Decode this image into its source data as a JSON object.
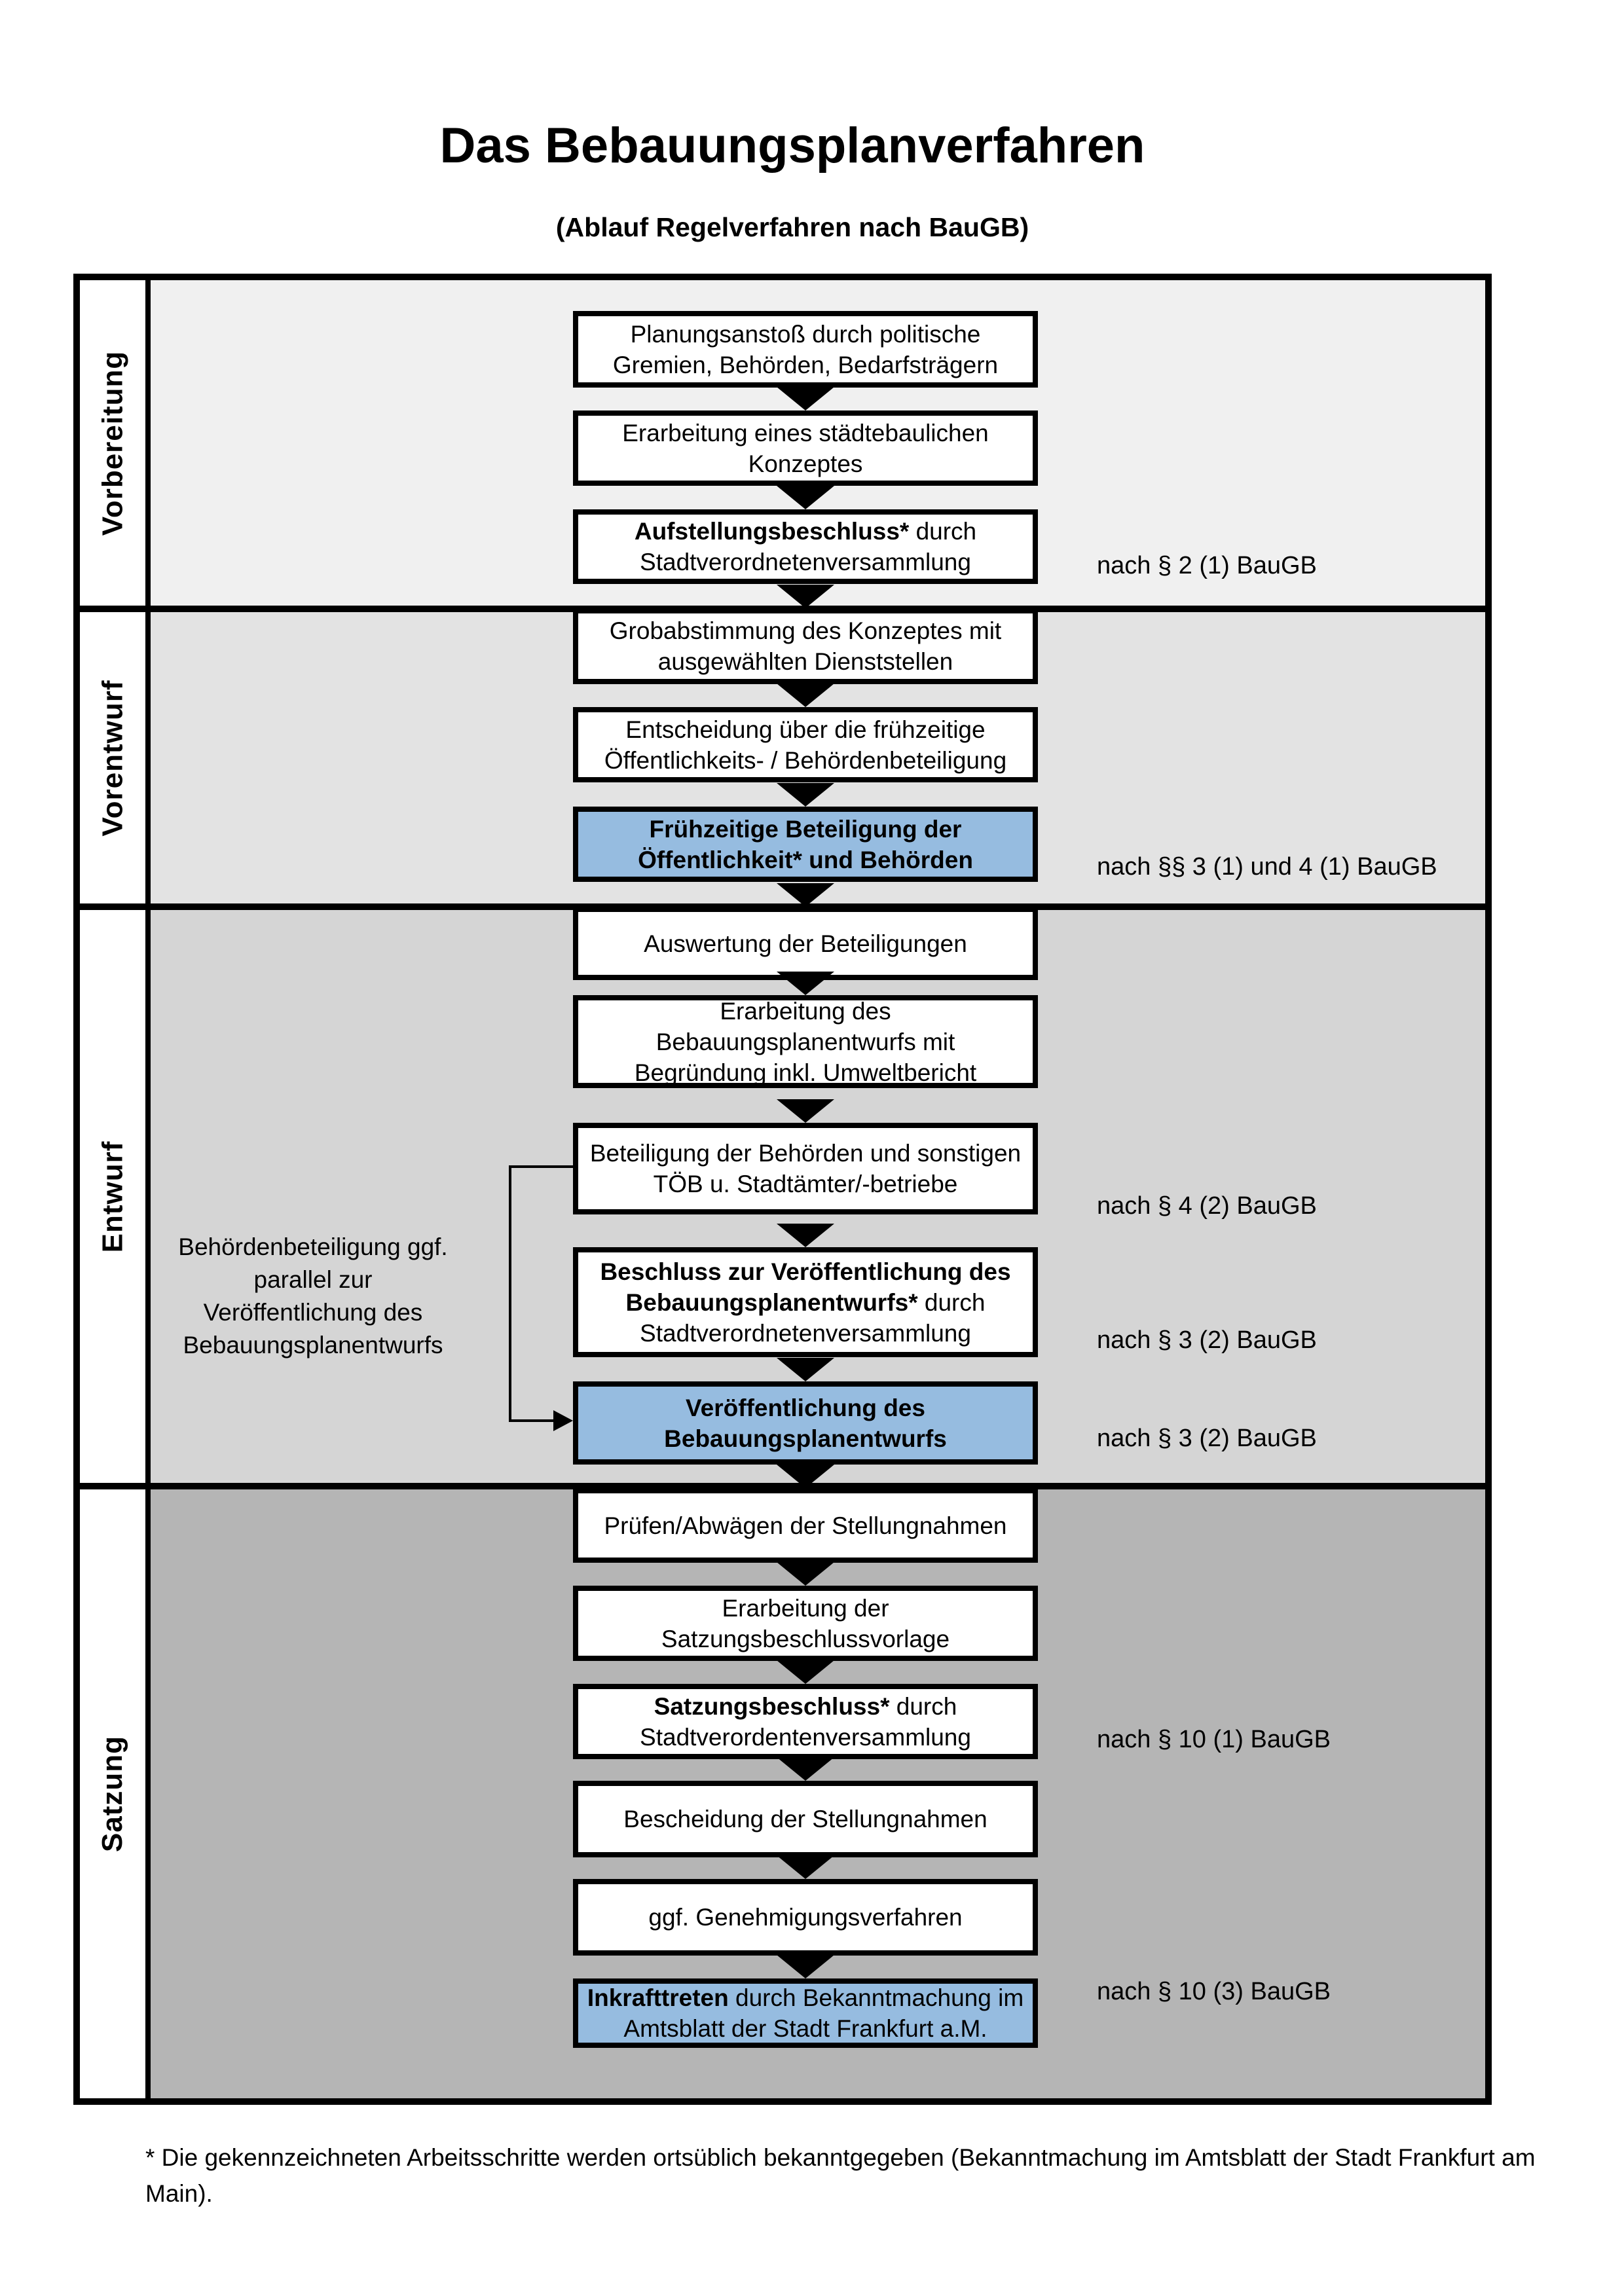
{
  "title": "Das Bebauungsplanverfahren",
  "subtitle": "(Ablauf Regelverfahren nach BauGB)",
  "colors": {
    "highlight_blue": "#96bce0",
    "section_1_bg": "#f0f0f0",
    "section_2_bg": "#e3e3e3",
    "section_3_bg": "#d5d5d5",
    "section_4_bg": "#b5b5b5",
    "border": "#000000"
  },
  "sections": [
    {
      "label": "Vorbereitung",
      "bg": "#f0f0f0"
    },
    {
      "label": "Vorentwurf",
      "bg": "#e3e3e3"
    },
    {
      "label": "Entwurf",
      "bg": "#d5d5d5"
    },
    {
      "label": "Satzung",
      "bg": "#b5b5b5"
    }
  ],
  "boxes": [
    {
      "segments": [
        {
          "text": "Planungsanstoß durch politische Gremien, Behörden, Bedarfsträgern",
          "bold": false
        }
      ],
      "highlight": false
    },
    {
      "segments": [
        {
          "text": "Erarbeitung eines städtebaulichen Konzeptes",
          "bold": false
        }
      ],
      "highlight": false
    },
    {
      "segments": [
        {
          "text": "Aufstellungsbeschluss*",
          "bold": true
        },
        {
          "text": " durch Stadtverordnetenversammlung",
          "bold": false
        }
      ],
      "highlight": false
    },
    {
      "segments": [
        {
          "text": "Grobabstimmung des Konzeptes mit ausgewählten Dienststellen",
          "bold": false
        }
      ],
      "highlight": false
    },
    {
      "segments": [
        {
          "text": "Entscheidung über die frühzeitige Öffentlichkeits- / Behördenbeteiligung",
          "bold": false
        }
      ],
      "highlight": false
    },
    {
      "segments": [
        {
          "text": "Frühzeitige Beteiligung der Öffentlichkeit* und Behörden",
          "bold": true
        }
      ],
      "highlight": true
    },
    {
      "segments": [
        {
          "text": "Auswertung der Beteiligungen",
          "bold": false
        }
      ],
      "highlight": false
    },
    {
      "segments": [
        {
          "text": "Erarbeitung des Bebauungsplanentwurfs mit Begründung inkl. Umweltbericht",
          "bold": false
        }
      ],
      "highlight": false
    },
    {
      "segments": [
        {
          "text": "Beteiligung der Behörden und sonstigen TÖB u. Stadtämter/-betriebe",
          "bold": false
        }
      ],
      "highlight": false
    },
    {
      "segments": [
        {
          "text": "Beschluss zur Veröffentlichung des Bebauungsplanentwurfs*",
          "bold": true
        },
        {
          "text": " durch Stadtverordnetenversammlung",
          "bold": false
        }
      ],
      "highlight": false
    },
    {
      "segments": [
        {
          "text": "Veröffentlichung des Bebauungsplanentwurfs",
          "bold": true
        }
      ],
      "highlight": true
    },
    {
      "segments": [
        {
          "text": "Prüfen/Abwägen der Stellungnahmen",
          "bold": false
        }
      ],
      "highlight": false
    },
    {
      "segments": [
        {
          "text": "Erarbeitung der Satzungsbeschlussvorlage",
          "bold": false
        }
      ],
      "highlight": false
    },
    {
      "segments": [
        {
          "text": "Satzungsbeschluss*",
          "bold": true
        },
        {
          "text": " durch Stadtverordentenversammlung",
          "bold": false
        }
      ],
      "highlight": false
    },
    {
      "segments": [
        {
          "text": "Bescheidung der Stellungnahmen",
          "bold": false
        }
      ],
      "highlight": false
    },
    {
      "segments": [
        {
          "text": "ggf. Genehmigungsverfahren",
          "bold": false
        }
      ],
      "highlight": false
    },
    {
      "segments": [
        {
          "text": "Inkrafttreten",
          "bold": true
        },
        {
          "text": " durch Bekanntmachung im Amtsblatt der Stadt Frankfurt a.M.",
          "bold": false
        }
      ],
      "highlight": true
    }
  ],
  "legal_refs": [
    {
      "text": "nach § 2 (1) BauGB"
    },
    {
      "text": "nach §§ 3 (1) und 4 (1) BauGB"
    },
    {
      "text": "nach § 4 (2) BauGB"
    },
    {
      "text": "nach § 3 (2) BauGB"
    },
    {
      "text": "nach § 3 (2) BauGB"
    },
    {
      "text": "nach § 10 (1) BauGB"
    },
    {
      "text": "nach § 10 (3) BauGB"
    }
  ],
  "side_note": {
    "text": "Behördenbeteiligung ggf. parallel zur Veröffentlichung des Bebauungsplanentwurfs"
  },
  "footnote": "* Die gekennzeichneten Arbeitsschritte werden ortsüblich bekanntgegeben (Bekanntmachung im Amtsblatt  der Stadt Frankfurt am Main)."
}
